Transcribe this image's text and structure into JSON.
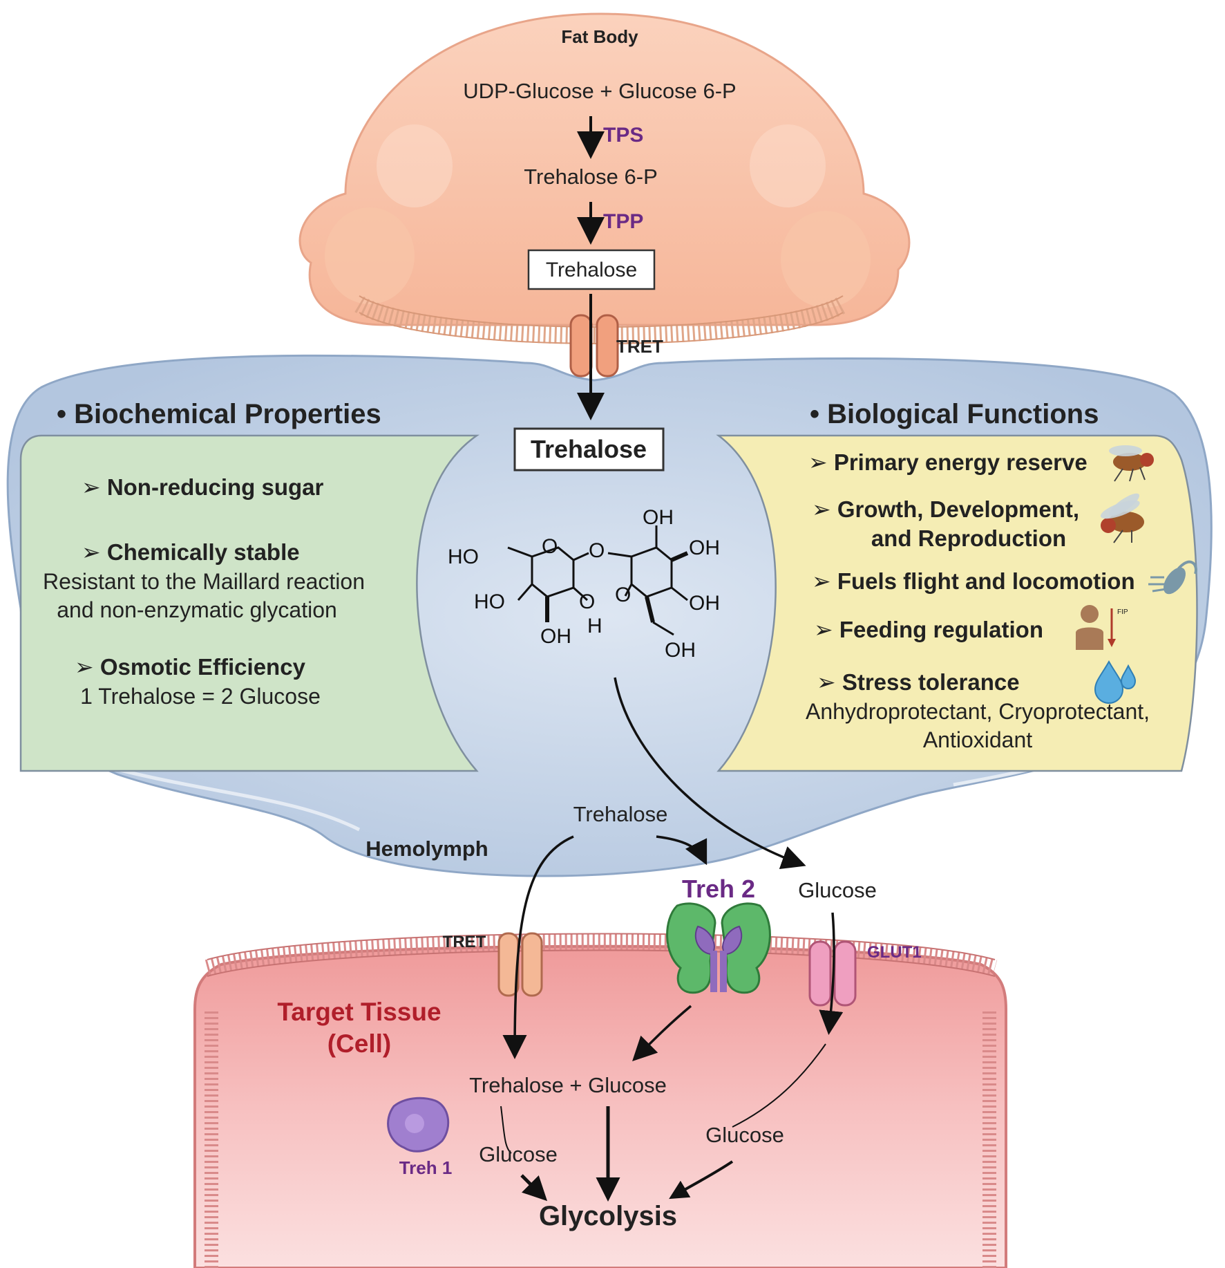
{
  "fat_body": {
    "label": "Fat Body",
    "substrate": "UDP-Glucose + Glucose 6-P",
    "enzyme1": "TPS",
    "intermediate": "Trehalose 6-P",
    "enzyme2": "TPP",
    "product": "Trehalose"
  },
  "transport": {
    "tret_top": "TRET"
  },
  "center": {
    "trehalose_box": "Trehalose",
    "oh": "OH",
    "ho": "HO",
    "o": "O",
    "h": "H"
  },
  "properties": {
    "heading": "• Biochemical Properties",
    "items": [
      {
        "title": "➢  Non-reducing sugar"
      },
      {
        "title": "➢  Chemically stable",
        "lines": [
          "Resistant to the Maillard reaction",
          "and non-enzymatic glycation"
        ]
      },
      {
        "title": "➢  Osmotic Efficiency",
        "lines": [
          "1 Trehalose = 2 Glucose"
        ]
      }
    ]
  },
  "functions": {
    "heading": "• Biological Functions",
    "items": [
      {
        "title": "➢  Primary energy reserve",
        "icon": "fly-icon"
      },
      {
        "title": "➢  Growth, Development,",
        "title2": "and Reproduction",
        "icon": "fly-icon"
      },
      {
        "title": "➢  Fuels flight and locomotion",
        "icon": "flying-insect-icon"
      },
      {
        "title": "➢  Feeding regulation",
        "icon": "person-icon",
        "icon_label": "FIP"
      },
      {
        "title": "➢  Stress tolerance",
        "icon": "water-drops-icon",
        "lines": [
          "Anhydroprotectant, Cryoprotectant,",
          "Antioxidant"
        ]
      }
    ]
  },
  "hemolymph": {
    "label": "Hemolymph",
    "trehalose": "Trehalose",
    "glucose": "Glucose",
    "treh2": "Treh 2",
    "tret": "TRET",
    "glut1": "GLUT1"
  },
  "cell": {
    "title_line1": "Target Tissue",
    "title_line2": "(Cell)",
    "mix": "Trehalose + Glucose",
    "treh1": "Treh 1",
    "glucose_left": "Glucose",
    "glucose_right": "Glucose",
    "glycolysis": "Glycolysis"
  },
  "colors": {
    "fat_body": "#f9c7ad",
    "hemolymph": "#b9cbe2",
    "green_panel": "#cfe4c8",
    "yellow_panel": "#f5edb4",
    "cell": "#f3a8a8",
    "enzyme_text": "#6a2a85",
    "cell_title": "#b01e2a"
  }
}
